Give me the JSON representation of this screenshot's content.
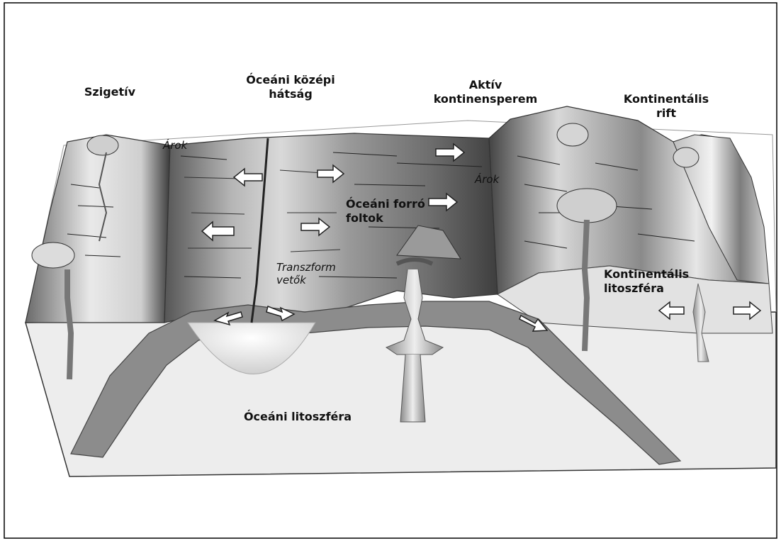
{
  "labels": {
    "island_arc": "Szigetív",
    "mid_ocean_ridge_1": "Óceáni középi",
    "mid_ocean_ridge_2": "hátság",
    "active_margin_1": "Aktív",
    "active_margin_2": "kontinensperem",
    "continental_rift_1": "Kontinentális",
    "continental_rift_2": "rift",
    "trench_left": "Árok",
    "trench_right": "Árok",
    "hotspot_1": "Óceáni forró",
    "hotspot_2": "foltok",
    "transform_1": "Transzform",
    "transform_2": "vetők",
    "continental_litho_1": "Kontinentális",
    "continental_litho_2": "litoszféra",
    "oceanic_litho": "Óceáni litoszféra"
  }
}
